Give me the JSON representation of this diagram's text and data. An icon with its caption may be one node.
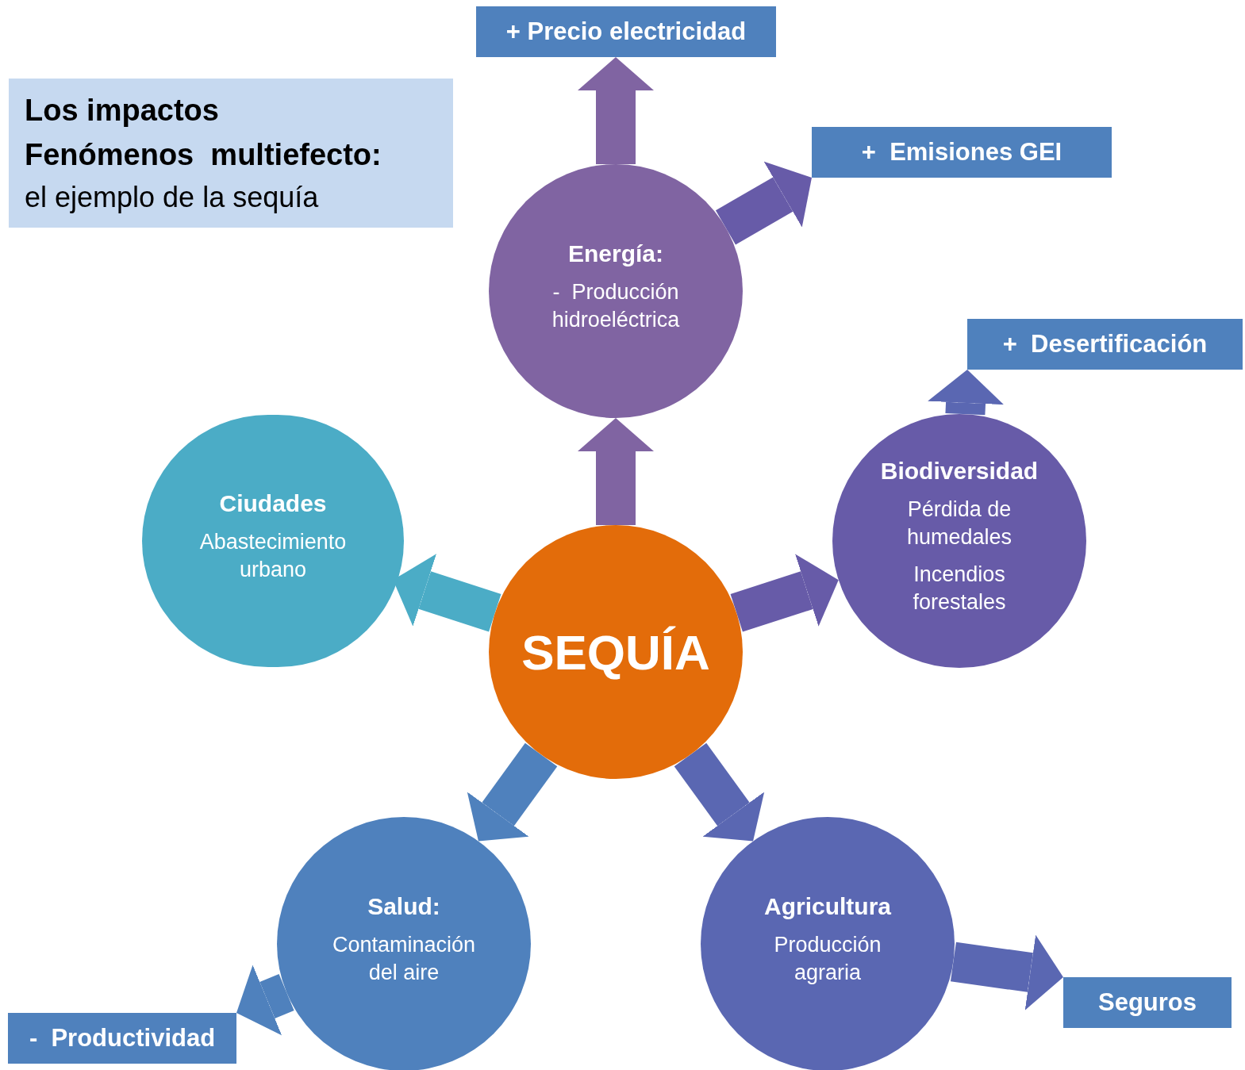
{
  "diagram": {
    "nodes": [
      {
        "text": [
          "Los impactos",
          "Fenómenos  multiefecto:",
          "el ejemplo de la sequía"
        ]
      },
      {
        "text": [
          "SEQUÍA"
        ]
      },
      {
        "text": [
          "**Energía**:",
          "-  Producción hidroeléctrica"
        ]
      },
      {
        "text": [
          "Ciudades",
          "Abastecimiento urbano"
        ]
      },
      {
        "text": [
          "Biodiversidad",
          "Pérdida de humedales",
          "Incendios forestales"
        ]
      },
      {
        "text": [
          "**Salud**:",
          "Contaminación del aire"
        ]
      },
      {
        "text": [
          "Agricultura",
          "Producción agraria"
        ]
      },
      {
        "text": [
          "+ Precio electricidad"
        ]
      },
      {
        "text": [
          "+  Emisiones GEI"
        ]
      },
      {
        "text": [
          "+  Desertificación"
        ]
      },
      {
        "text": [
          "Seguros"
        ]
      },
      {
        "text": [
          "-  Productividad"
        ]
      }
    ],
    "edges": [
      {
        "from": 1,
        "to": 2,
        "arrow": "to",
        "color": "#8064a2"
      },
      {
        "from": 1,
        "to": 3,
        "arrow": "to",
        "color": "#4bacc6"
      },
      {
        "from": 1,
        "to": 4,
        "arrow": "to",
        "color": "#675ba8"
      },
      {
        "from": 1,
        "to": 5,
        "arrow": "to",
        "color": "#4f81bd"
      },
      {
        "from": 1,
        "to": 6,
        "arrow": "to",
        "color": "#5a67b2"
      },
      {
        "from": 2,
        "to": 7,
        "arrow": "to",
        "color": "#8064a2"
      },
      {
        "from": 2,
        "to": 8,
        "arrow": "to",
        "color": "#675ba8"
      },
      {
        "from": 4,
        "to": 9,
        "arrow": "to",
        "color": "#5a67b2"
      },
      {
        "from": 6,
        "to": 10,
        "arrow": "to",
        "color": "#5a67b2"
      },
      {
        "from": 5,
        "to": 11,
        "arrow": "to",
        "color": "#4f81bd"
      }
    ]
  }
}
